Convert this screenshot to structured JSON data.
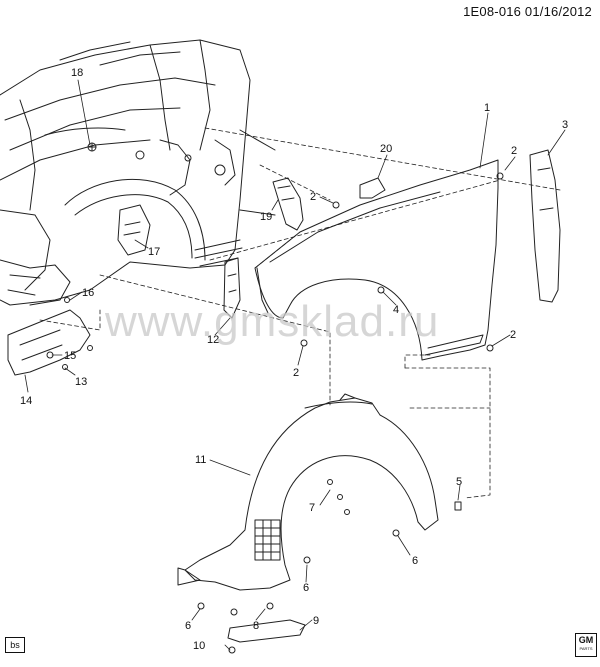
{
  "header": {
    "diagram_id": "1E08-016",
    "date": "01/16/2012"
  },
  "watermark": "www.gmsklad.ru",
  "corner_badge": "bs",
  "logo": {
    "text": "GM",
    "subtext": "PARTS"
  },
  "callouts": [
    {
      "label": "1"
    },
    {
      "label": "2"
    },
    {
      "label": "3"
    },
    {
      "label": "20"
    },
    {
      "label": "2"
    },
    {
      "label": "19"
    },
    {
      "label": "18"
    },
    {
      "label": "17"
    },
    {
      "label": "16"
    },
    {
      "label": "15"
    },
    {
      "label": "13"
    },
    {
      "label": "14"
    },
    {
      "label": "12"
    },
    {
      "label": "2"
    },
    {
      "label": "4"
    },
    {
      "label": "2"
    },
    {
      "label": "11"
    },
    {
      "label": "7"
    },
    {
      "label": "5"
    },
    {
      "label": "6"
    },
    {
      "label": "6"
    },
    {
      "label": "6"
    },
    {
      "label": "8"
    },
    {
      "label": "9"
    },
    {
      "label": "10"
    }
  ]
}
